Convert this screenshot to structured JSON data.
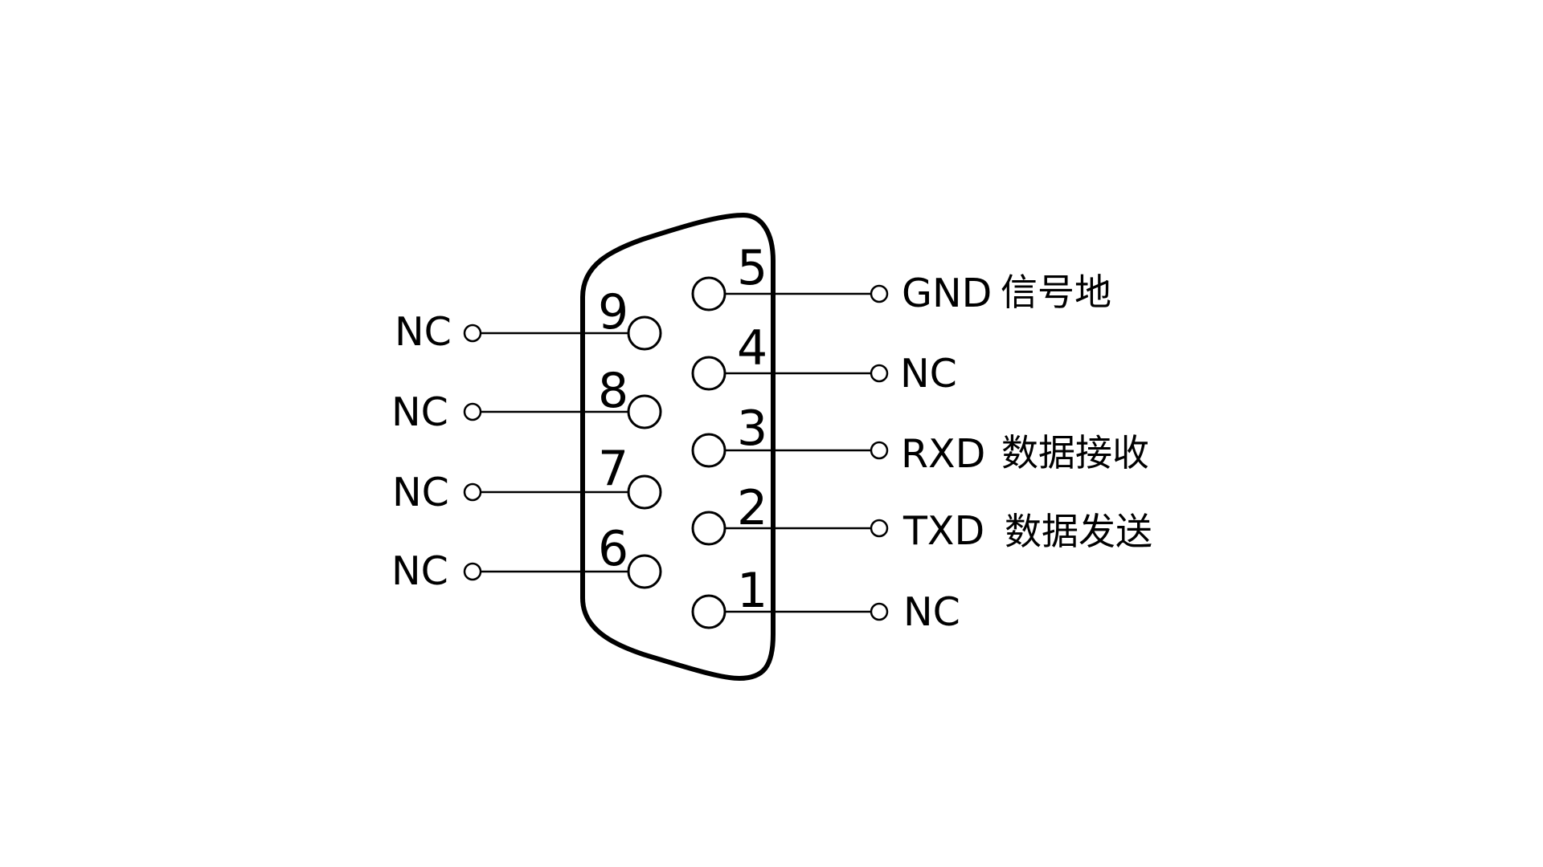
{
  "connector": {
    "type": "DB9",
    "color": "#000000",
    "background": "#ffffff"
  },
  "right_pins": [
    {
      "pin": "5",
      "signal": "GND",
      "description": "信号地"
    },
    {
      "pin": "4",
      "signal": "NC",
      "description": ""
    },
    {
      "pin": "3",
      "signal": "RXD",
      "description": "数据接收"
    },
    {
      "pin": "2",
      "signal": "TXD",
      "description": "数据发送"
    },
    {
      "pin": "1",
      "signal": "NC",
      "description": ""
    }
  ],
  "left_pins": [
    {
      "pin": "9",
      "signal": "NC"
    },
    {
      "pin": "8",
      "signal": "NC"
    },
    {
      "pin": "7",
      "signal": "NC"
    },
    {
      "pin": "6",
      "signal": "NC"
    }
  ]
}
